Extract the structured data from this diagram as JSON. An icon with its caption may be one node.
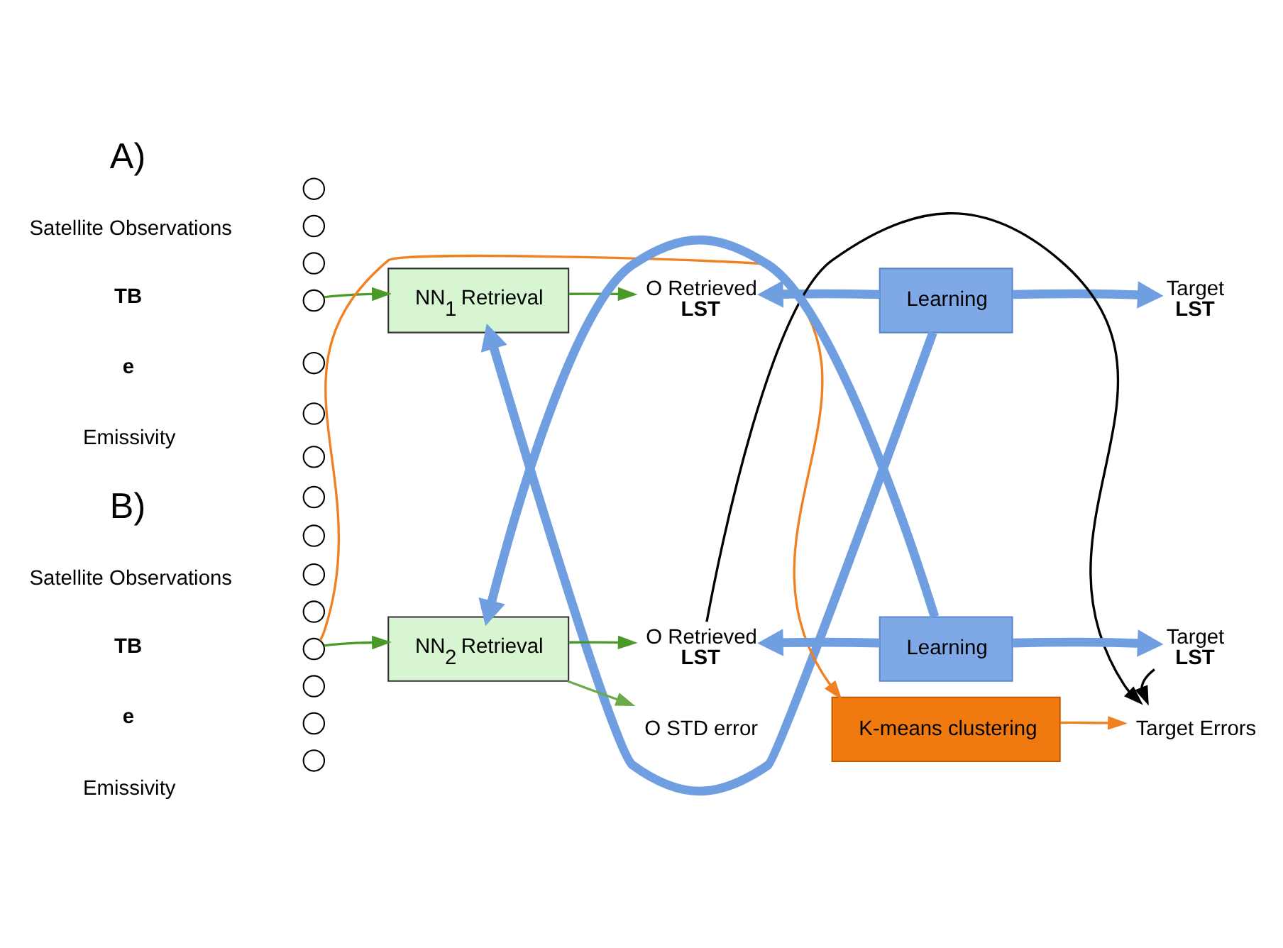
{
  "diagram": {
    "nodes": [
      {
        "text": [],
        "shape": "circle"
      },
      {
        "text": [],
        "shape": "circle"
      },
      {
        "text": [],
        "shape": "circle"
      },
      {
        "text": [],
        "shape": "circle"
      },
      {
        "text": [],
        "shape": "circle"
      },
      {
        "text": [],
        "shape": "circle"
      },
      {
        "text": [],
        "shape": "circle"
      },
      {
        "text": [],
        "shape": "circle"
      },
      {
        "text": [
          "NN$_{1}$ Retrieval"
        ]
      },
      {
        "text": [
          "O Retrieved",
          "LST"
        ]
      },
      {
        "text": [
          "Learning"
        ]
      },
      {
        "text": [
          "Target",
          "LST"
        ]
      },
      {
        "text": [],
        "shape": "circle"
      },
      {
        "text": [],
        "shape": "circle"
      },
      {
        "text": [],
        "shape": "circle"
      },
      {
        "text": [],
        "shape": "circle"
      },
      {
        "text": [],
        "shape": "circle"
      },
      {
        "text": [],
        "shape": "circle"
      },
      {
        "text": [],
        "shape": "circle"
      },
      {
        "text": [
          "NN$_{2}$ Retrieval"
        ]
      },
      {
        "text": [
          "O Retrieved",
          "LST"
        ]
      },
      {
        "text": [
          "O STD error"
        ]
      },
      {
        "text": [
          "Learning"
        ]
      },
      {
        "text": [
          "Target",
          "LST"
        ]
      },
      {
        "text": [
          "Target Errors"
        ]
      },
      {
        "text": [
          "K-means clustering"
        ]
      }
    ],
    "edges": [
      {
        "from": 3,
        "to": 8,
        "arrow": "to",
        "color": "#4a9a2a"
      },
      {
        "from": 8,
        "to": 9,
        "arrow": "to",
        "color": "#4a9a2a"
      },
      {
        "from": 10,
        "to": 9,
        "arrow": "to",
        "style": "thick",
        "color": "#6f9fe0"
      },
      {
        "from": 10,
        "to": 11,
        "arrow": "to",
        "style": "thick",
        "color": "#6f9fe0"
      },
      {
        "from": 10,
        "to": 8,
        "arrow": "to",
        "style": "thick",
        "color": "#6f9fe0"
      },
      {
        "from": 15,
        "to": 19,
        "arrow": "to",
        "color": "#4a9a2a"
      },
      {
        "from": 19,
        "to": 20,
        "arrow": "to",
        "color": "#4a9a2a"
      },
      {
        "from": 19,
        "to": 21,
        "arrow": "to",
        "color": "#6aaa4a"
      },
      {
        "from": 22,
        "to": 20,
        "arrow": "to",
        "style": "thick",
        "color": "#6f9fe0"
      },
      {
        "from": 22,
        "to": 23,
        "arrow": "to",
        "style": "thick",
        "color": "#6f9fe0"
      },
      {
        "from": 22,
        "to": 19,
        "arrow": "to",
        "style": "thick",
        "color": "#6f9fe0"
      },
      {
        "from": 20,
        "to": 24,
        "arrow": "to",
        "color": "#000000"
      },
      {
        "from": 23,
        "to": 24,
        "arrow": "to",
        "color": "#000000"
      },
      {
        "from": 15,
        "to": 25,
        "arrow": "to",
        "color": "#f08020"
      },
      {
        "from": 25,
        "to": 24,
        "arrow": "to",
        "color": "#f08020"
      }
    ],
    "labels": [
      "A)",
      "Satellite Observations",
      "TB",
      "e",
      "Emissivity",
      "B)",
      "Satellite Observations",
      "TB",
      "e",
      "Emissivity"
    ]
  }
}
